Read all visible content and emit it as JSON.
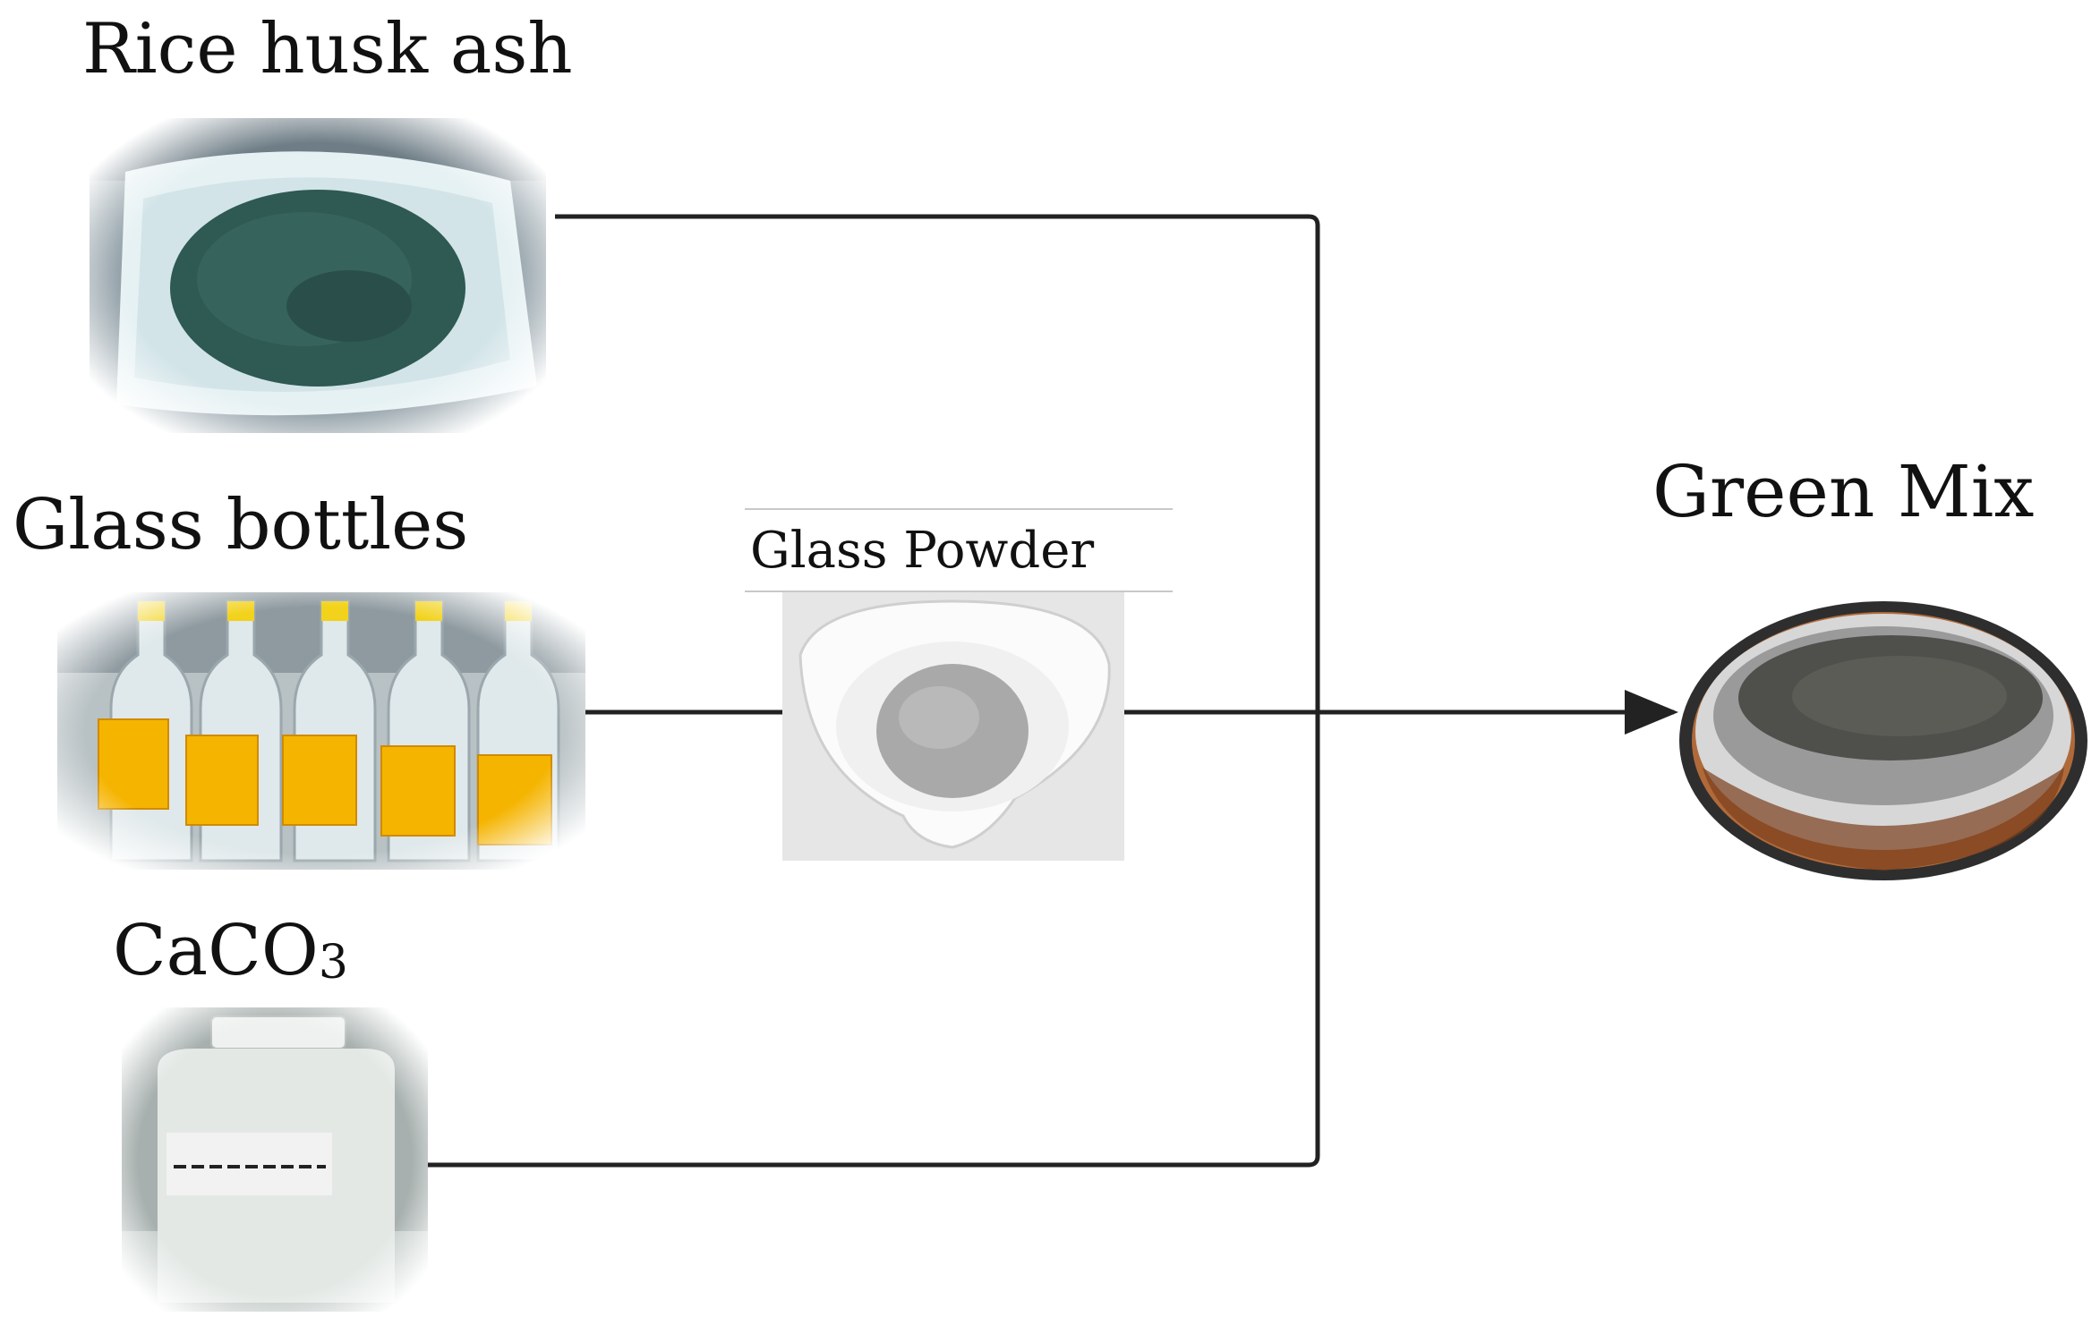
{
  "labels": {
    "rice_husk_ash": "Rice husk ash",
    "glass_bottles": "Glass bottles",
    "caco3_base": "CaCO",
    "caco3_sub": "3",
    "glass_powder": "Glass Powder",
    "green_mix": "Green Mix"
  },
  "colors": {
    "line": "#222222",
    "rice_ash": "#2f5953",
    "bag": "#dfeef0",
    "label_yellow": "#f5b400",
    "powder": "#a9a9a9",
    "pan_rim": "#3a3a3a",
    "pan_copper": "#b06a3a"
  },
  "images": [
    "bag-of-rice-husk-ash",
    "row-of-glass-bottles",
    "white-bowl-of-glass-powder",
    "bottle-of-calcium-carbonate",
    "metal-pan-of-green-mix"
  ]
}
